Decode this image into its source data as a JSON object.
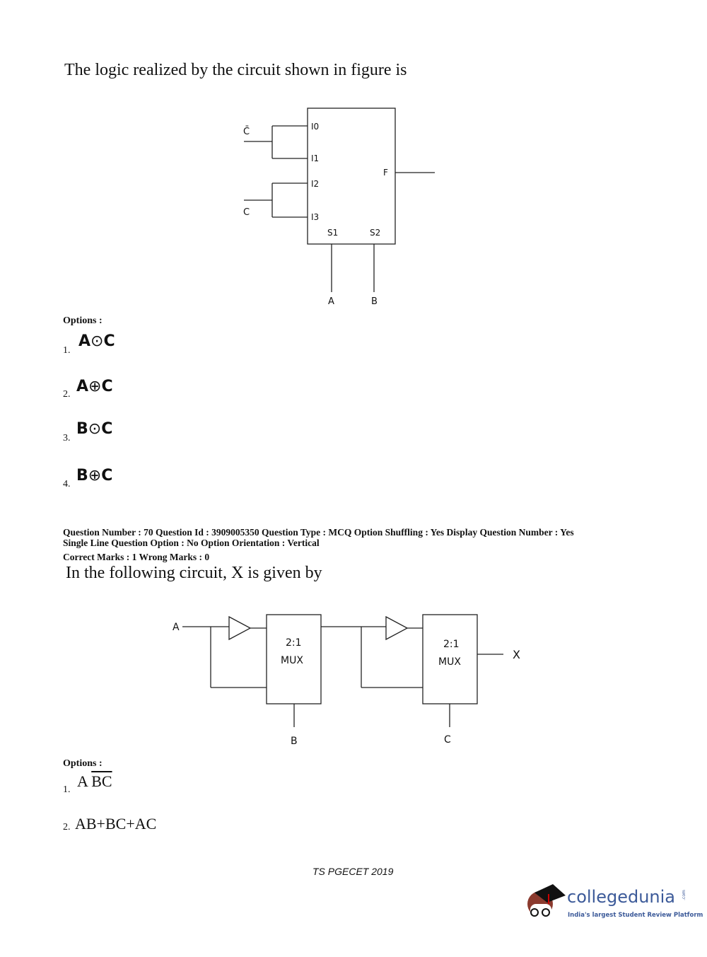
{
  "q69": {
    "question": "The logic realized by the circuit shown in figure is",
    "diagram": {
      "inputs": [
        "C̄",
        "C"
      ],
      "pins": [
        "I0",
        "I1",
        "I2",
        "I3"
      ],
      "selects": [
        "S1",
        "S2"
      ],
      "select_inputs": [
        "A",
        "B"
      ],
      "output": "F"
    },
    "options_label": "Options :",
    "options": [
      {
        "num": "1.",
        "left": "A",
        "op": "⊙",
        "right": "C"
      },
      {
        "num": "2.",
        "left": "A",
        "op": "⊕",
        "right": "C"
      },
      {
        "num": "3.",
        "left": "B",
        "op": "⊙",
        "right": "C"
      },
      {
        "num": "4.",
        "left": "B",
        "op": "⊕",
        "right": "C"
      }
    ]
  },
  "q70": {
    "meta_line1": "Question Number : 70  Question Id : 3909005350  Question Type : MCQ  Option Shuffling : Yes  Display Question Number : Yes",
    "meta_line2": "Single Line Question Option : No  Option Orientation : Vertical",
    "marks": "Correct Marks : 1  Wrong Marks : 0",
    "question": "In the following circuit, X is given by",
    "diagram": {
      "input": "A",
      "mux_label_top": "2:1",
      "mux_label_bottom": "MUX",
      "selects": [
        "B",
        "C"
      ],
      "output": "X"
    },
    "options_label": "Options :",
    "options": [
      {
        "num": "1.",
        "plain": "A ",
        "over": "BC"
      },
      {
        "num": "2.",
        "plain": "AB+BC+AC",
        "over": ""
      }
    ]
  },
  "footer": {
    "exam": "TS PGECET 2019"
  },
  "logo": {
    "name": "collegedunia",
    "tagline": "India's largest Student Review Platform",
    "suffix": ".com"
  }
}
